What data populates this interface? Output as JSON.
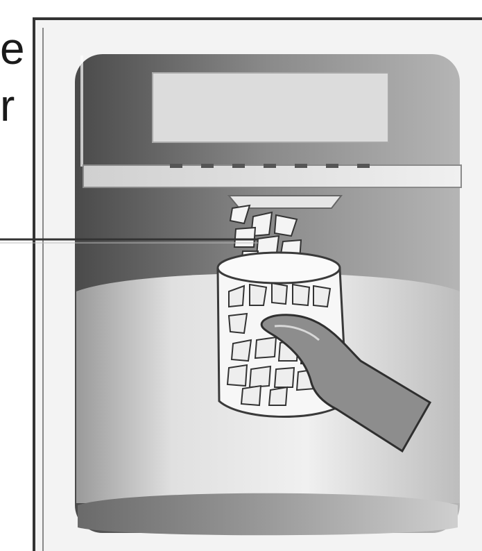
{
  "caption": {
    "fragment_top": "e",
    "fragment_bottom": "r"
  },
  "colors": {
    "frame_border": "#333333",
    "panel_fill": "#f2f2f2",
    "dispenser_dark": "#7a7a7a",
    "display_fill": "#d9d9d9",
    "basin_light": "#e8e8e8",
    "cup_fill": "#f5f5f5",
    "leader_line": "#333333"
  },
  "icons": {
    "dispenser": "ice-dispenser-illustration",
    "cup": "glass-cup-icon",
    "hand": "hand-icon",
    "ice": "ice-cubes-icon"
  }
}
